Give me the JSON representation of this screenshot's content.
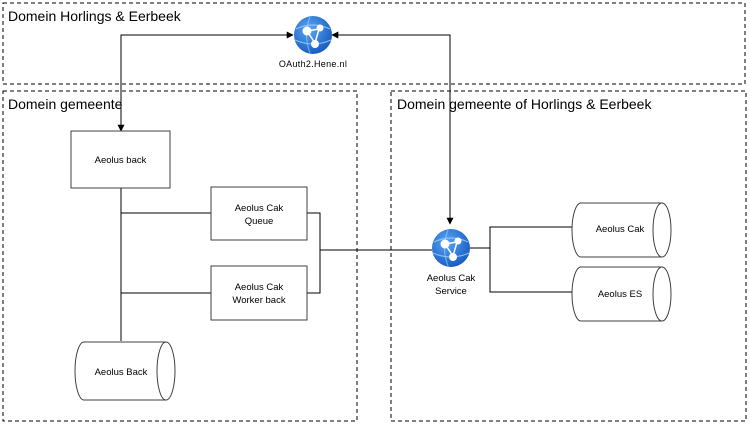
{
  "domains": {
    "top": {
      "title": "Domein Horlings & Eerbeek"
    },
    "left": {
      "title": "Domein gemeente"
    },
    "right": {
      "title": "Domein gemeente of Horlings & Eerbeek"
    }
  },
  "nodes": {
    "oauth": {
      "label": "OAuth2.Hene.nl",
      "icon": "azure-app-service-icon"
    },
    "aeolus_back": {
      "label": "Aeolus back"
    },
    "cak_queue": {
      "line1": "Aeolus Cak",
      "line2": "Queue"
    },
    "cak_worker": {
      "line1": "Aeolus Cak",
      "line2": "Worker back"
    },
    "db_back": {
      "label": "Aeolus Back"
    },
    "cak_service": {
      "line1": "Aeolus Cak",
      "line2": "Service",
      "icon": "azure-app-service-icon"
    },
    "db_cak": {
      "label": "Aeolus Cak"
    },
    "db_es": {
      "label": "Aeolus ES"
    }
  },
  "colors": {
    "line": "#000000",
    "box_border": "#404040",
    "icon_blue": "#1f6fd1",
    "icon_light": "#6fb3f0"
  }
}
